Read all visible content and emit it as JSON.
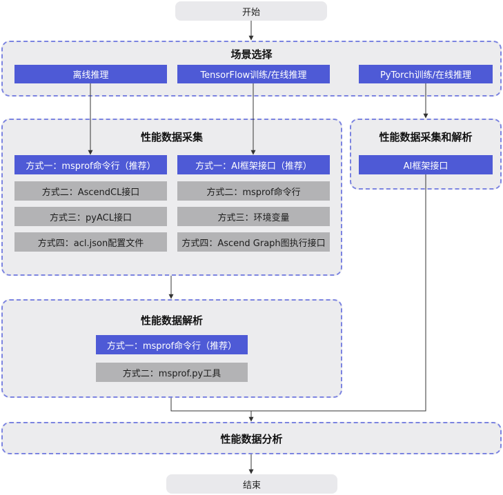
{
  "start": "开始",
  "end": "结束",
  "scene": {
    "title": "场景选择",
    "options": [
      "离线推理",
      "TensorFlow训练/在线推理",
      "PyTorch训练/在线推理"
    ]
  },
  "collect": {
    "title": "性能数据采集",
    "left": [
      "方式一：msprof命令行（推荐）",
      "方式二：AscendCL接口",
      "方式三：pyACL接口",
      "方式四：acl.json配置文件"
    ],
    "right": [
      "方式一：AI框架接口（推荐）",
      "方式二：msprof命令行",
      "方式三：环境变量",
      "方式四：Ascend Graph图执行接口"
    ]
  },
  "collect_parse": {
    "title": "性能数据采集和解析",
    "item": "AI框架接口"
  },
  "parse": {
    "title": "性能数据解析",
    "items": [
      "方式一：msprof命令行（推荐）",
      "方式二：msprof.py工具"
    ]
  },
  "analysis": {
    "title": "性能数据分析"
  },
  "colors": {
    "accent_blue": "#4e5ad6",
    "neutral_gray": "#b3b3b5",
    "group_border": "#7b83e0",
    "group_fill": "#ececee"
  }
}
